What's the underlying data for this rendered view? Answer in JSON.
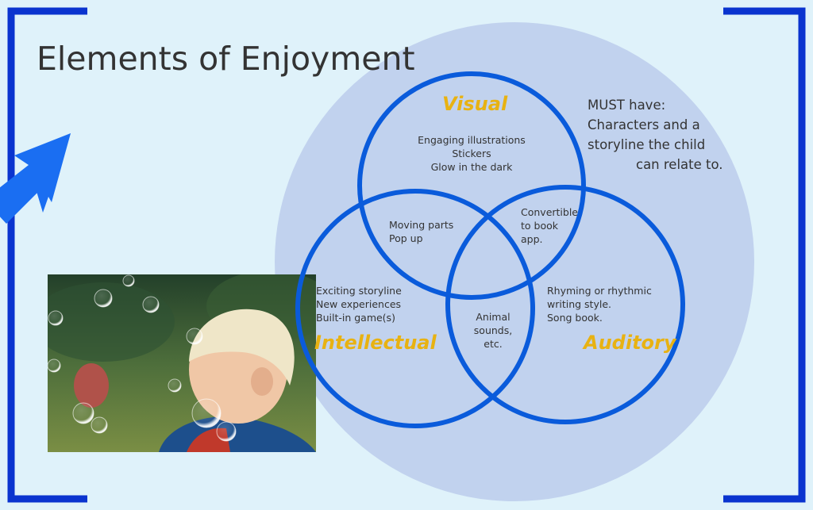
{
  "title": "Elements of Enjoyment",
  "colors": {
    "background": "#dff2fa",
    "bracket": "#0a34cf",
    "big_circle": "#c1d2ee",
    "venn_stroke": "#0a5bdb",
    "category_title": "#e8b212",
    "arrow": "#1a6ef2"
  },
  "note": {
    "lines": [
      "MUST have:",
      "Characters and a",
      "storyline the child",
      "can relate to."
    ]
  },
  "venn": {
    "visual": {
      "title": "Visual",
      "items": [
        "Engaging illustrations",
        "Stickers",
        "Glow in the dark"
      ]
    },
    "intellectual": {
      "title": "Intellectual",
      "items": [
        "Exciting storyline",
        "New experiences",
        "Built-in game(s)"
      ]
    },
    "auditory": {
      "title": "Auditory",
      "items": [
        "Rhyming or rhythmic",
        "writing style.",
        "Song book."
      ]
    },
    "visual_intellectual": {
      "items": [
        "Moving parts",
        "Pop up"
      ]
    },
    "visual_auditory": {
      "items": [
        "Convertible",
        "to book",
        "app."
      ]
    },
    "intellectual_auditory": {
      "items": [
        "Animal",
        "sounds,",
        "etc."
      ]
    }
  },
  "photo": {
    "icon": "child-blowing-bubbles-photo"
  },
  "decor": {
    "arrow_icon": "arrow-up-right-icon"
  }
}
